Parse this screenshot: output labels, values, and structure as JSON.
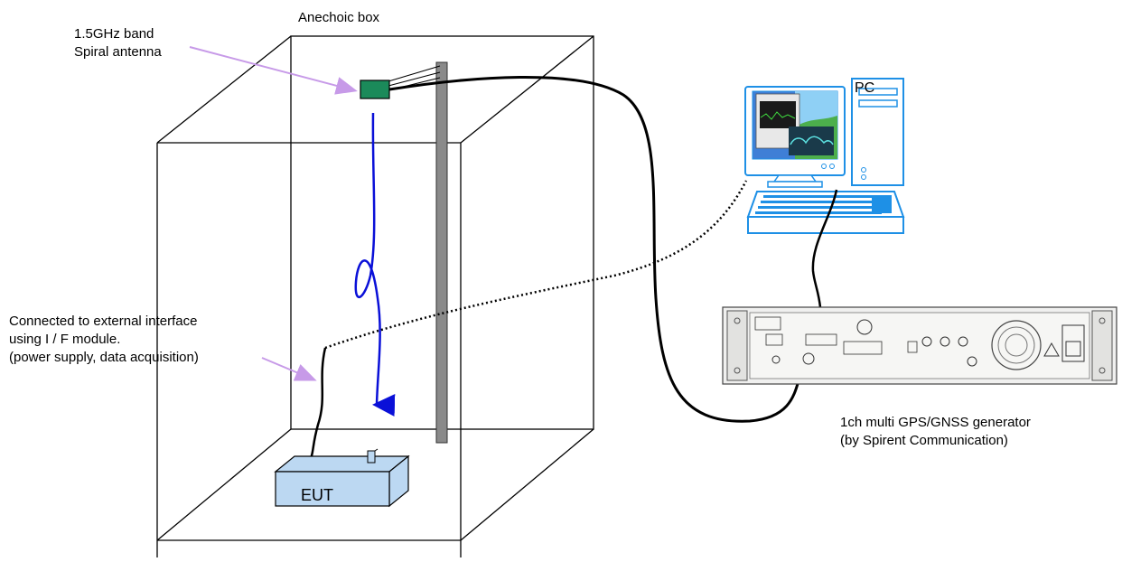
{
  "labels": {
    "anechoic_box": "Anechoic box",
    "antenna_line1": "1.5GHz band",
    "antenna_line2": "Spiral antenna",
    "pc": "PC",
    "interface_line1": "Connected to external interface",
    "interface_line2": "using I / F module.",
    "interface_line3": "(power supply, data acquisition)",
    "generator_line1": "1ch multi GPS/GNSS generator",
    "generator_line2": "(by Spirent Communication)",
    "eut": "EUT"
  },
  "colors": {
    "antenna": "#1b8a5a",
    "signal_arrow": "#0a10d8",
    "pointer_arrow": "#c79ae8",
    "pc_outline": "#1e90e6",
    "eut_fill": "#bcd8f2",
    "pole": "#8a8a8a",
    "cable": "#000000"
  },
  "icons": {
    "antenna": "antenna-icon",
    "pc": "desktop-computer-icon",
    "generator": "rack-generator-icon",
    "eut": "device-box-icon"
  }
}
